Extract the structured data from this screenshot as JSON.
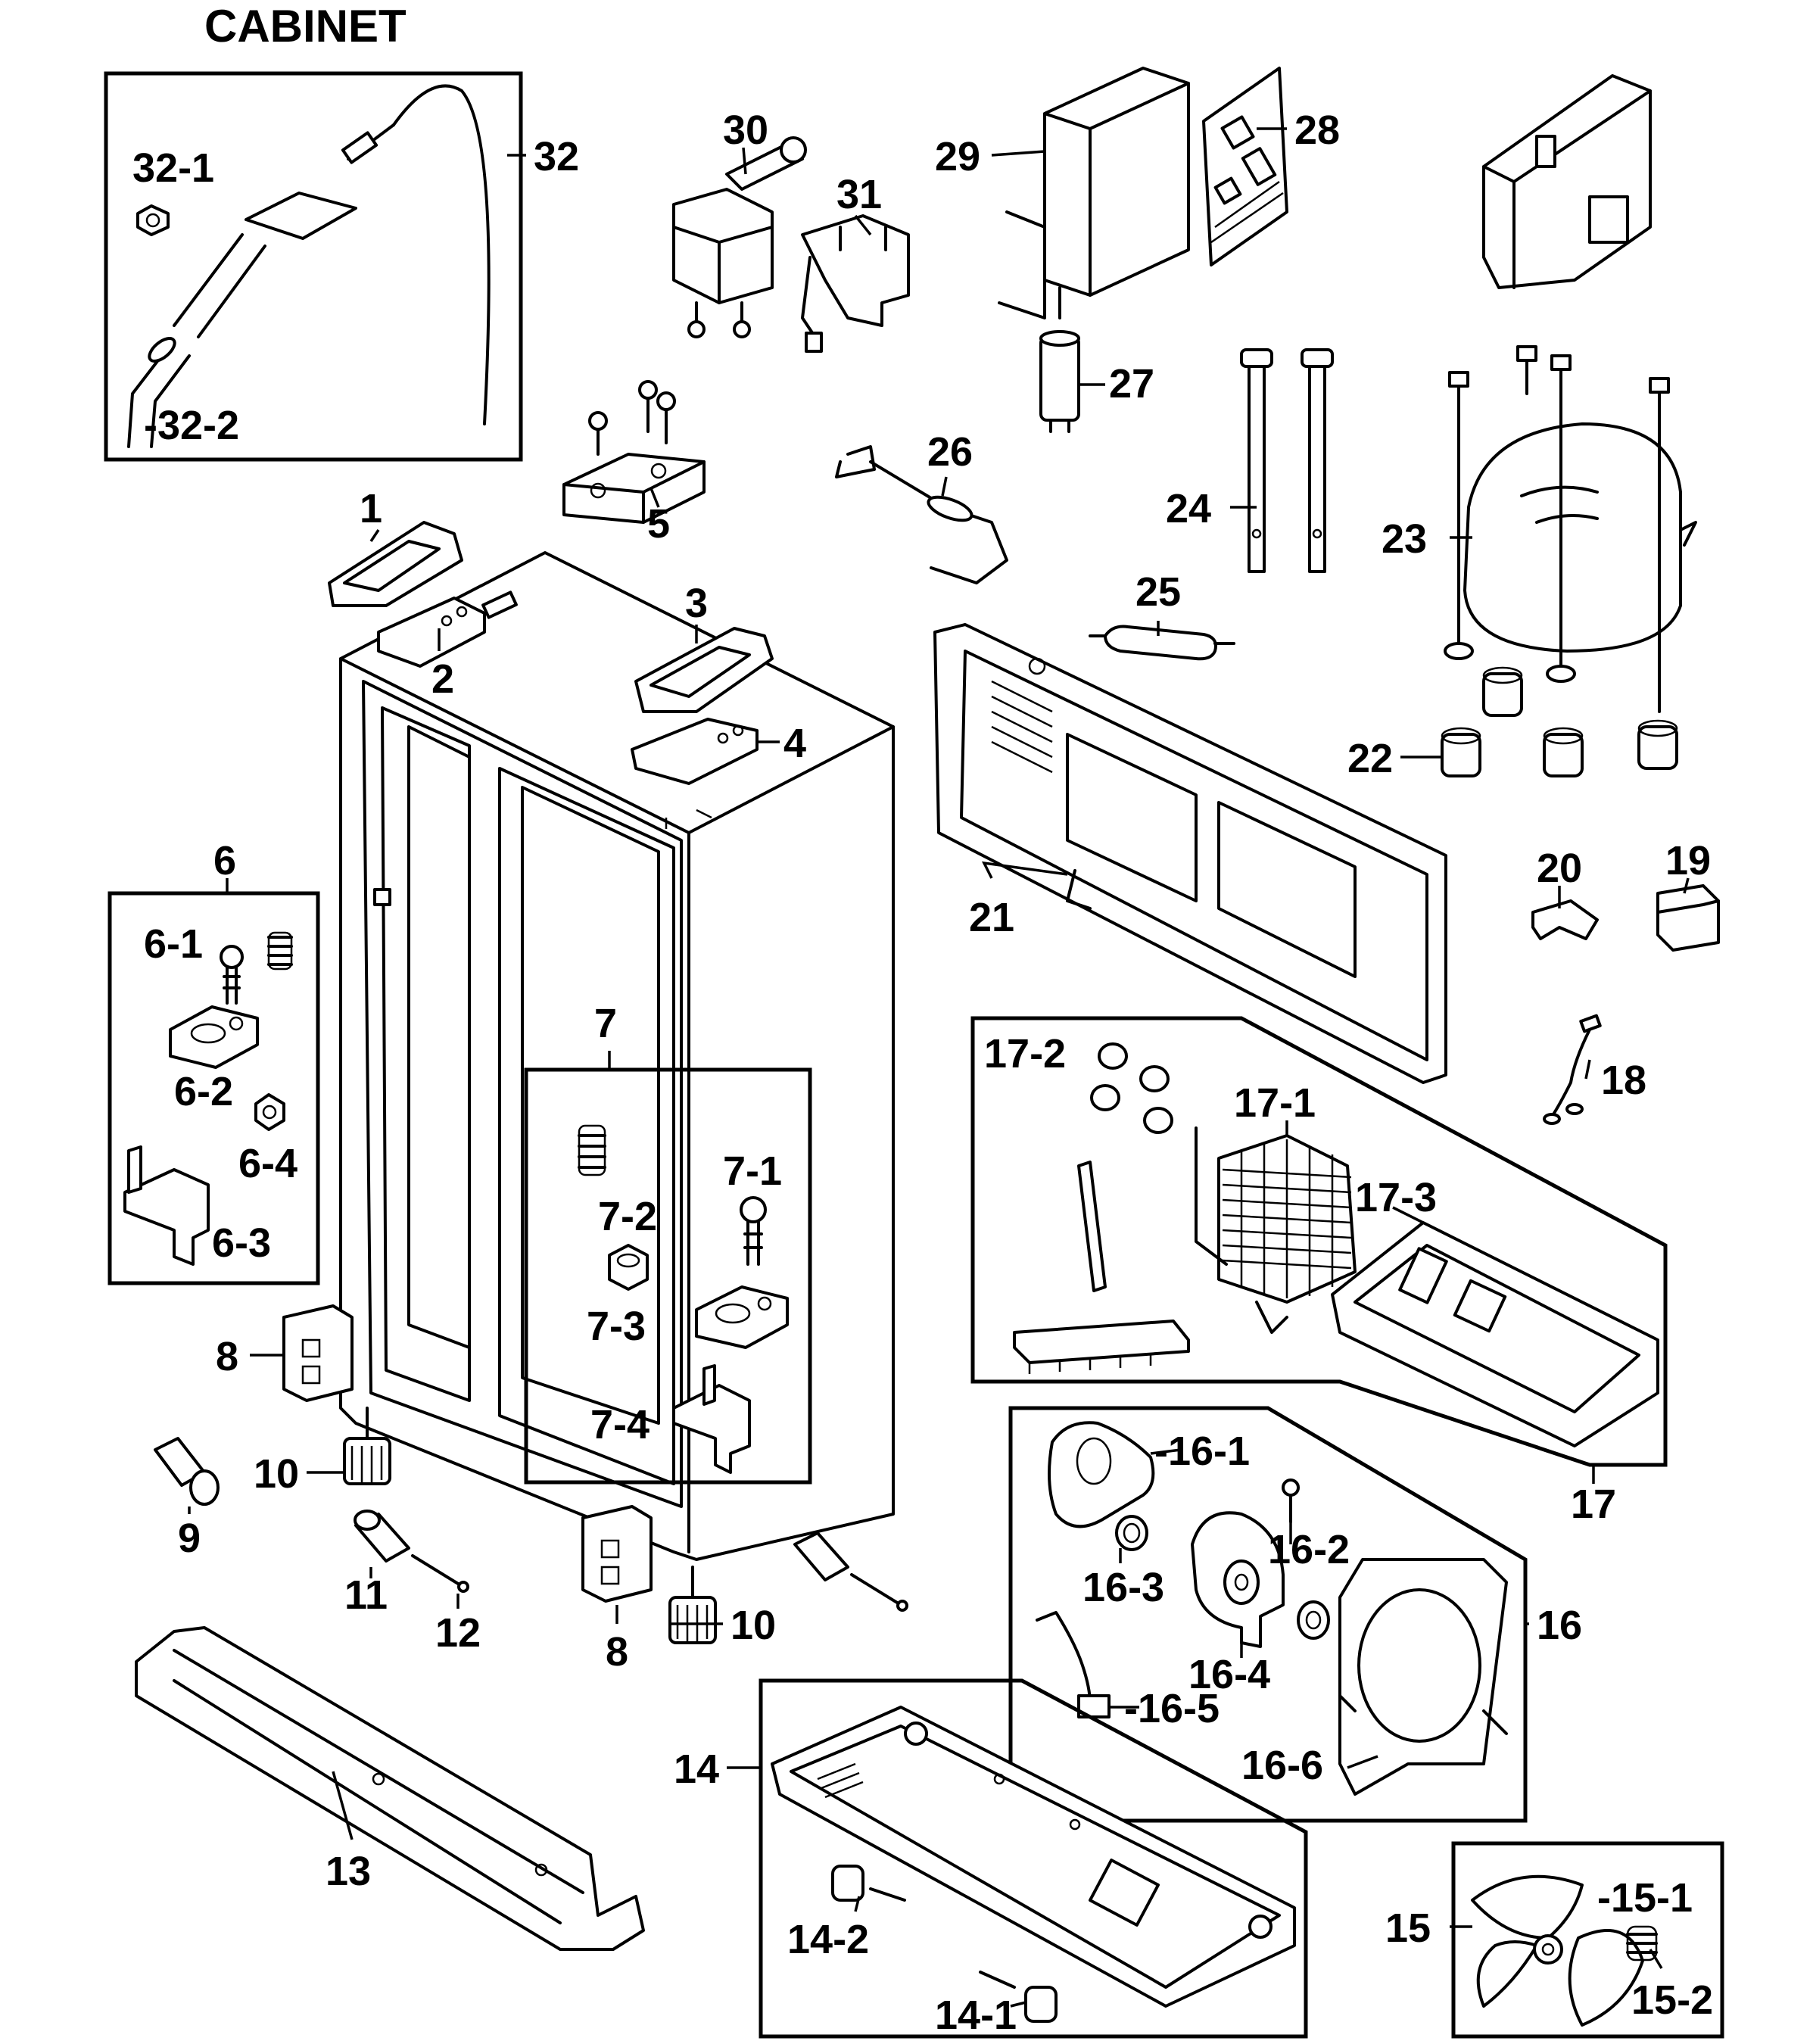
{
  "title": "CABINET",
  "labels": {
    "l32": "32",
    "l32_1": "32-1",
    "l32_2": "-32-2",
    "l30": "30",
    "l31": "31",
    "l29": "29",
    "l28": "28",
    "l27": "27",
    "l26": "26",
    "l5": "5",
    "l1": "1",
    "l2": "2",
    "l3": "3",
    "l4": "4",
    "l24": "24",
    "l23": "23",
    "l25": "25",
    "l22": "22",
    "l21": "21",
    "l20": "20",
    "l19": "19",
    "l18": "18",
    "l6": "6",
    "l6_1": "6-1",
    "l6_2": "6-2",
    "l6_3": "6-3",
    "l6_4": "6-4",
    "l7": "7",
    "l7_1": "7-1",
    "l7_2": "7-2",
    "l7_3": "7-3",
    "l7_4": "7-4",
    "l8a": "8",
    "l8b": "8",
    "l9": "9",
    "l10a": "10",
    "l10b": "10",
    "l11": "11",
    "l12": "12",
    "l13": "13",
    "l14": "14",
    "l14_1": "14-1",
    "l14_2": "14-2",
    "l15": "15",
    "l15_1": "-15-1",
    "l15_2": "15-2",
    "l16": "16",
    "l16_1": "-16-1",
    "l16_2": "16-2",
    "l16_3": "16-3",
    "l16_4": "16-4",
    "l16_5": "-16-5",
    "l16_6": "16-6",
    "l17": "17",
    "l17_1": "17-1",
    "l17_2": "17-2",
    "l17_3": "17-3"
  }
}
